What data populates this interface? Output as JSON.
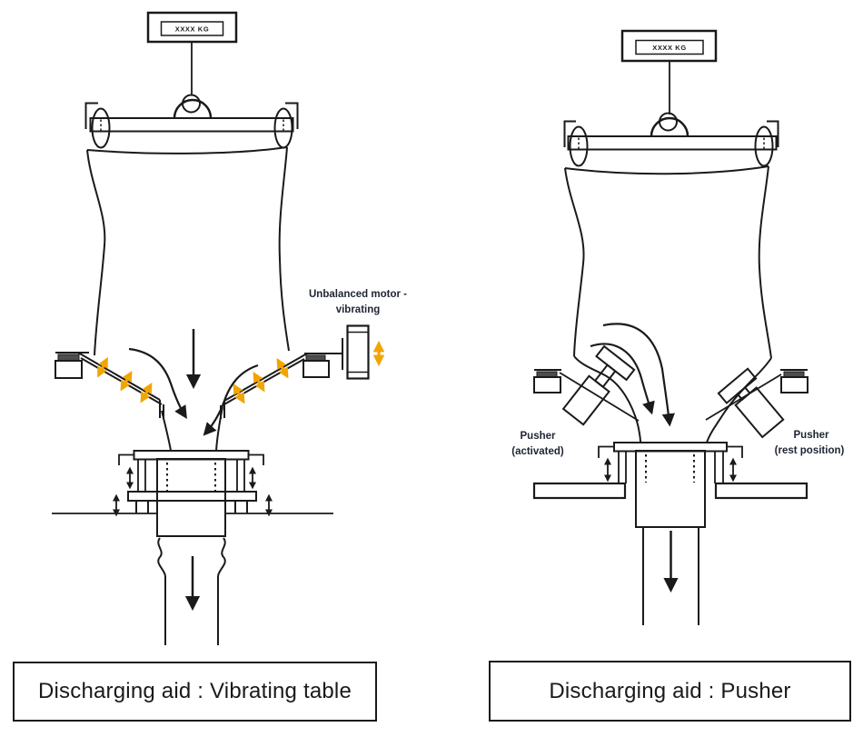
{
  "left": {
    "scale_label": "XXXX KG",
    "motor_label": [
      "Unbalanced motor -",
      "vibrating"
    ],
    "caption": "Discharging aid : Vibrating table"
  },
  "right": {
    "scale_label": "XXXX KG",
    "pusher_activated": [
      "Pusher",
      "(activated)"
    ],
    "pusher_rest": [
      "Pusher",
      "(rest position)"
    ],
    "caption": "Discharging aid : Pusher"
  },
  "colors": {
    "line": "#1a1a1a",
    "vibration_accent": "#F2A500",
    "label_text": "#1f2433",
    "support_cap": "#4d4d4d",
    "background": "#ffffff"
  }
}
